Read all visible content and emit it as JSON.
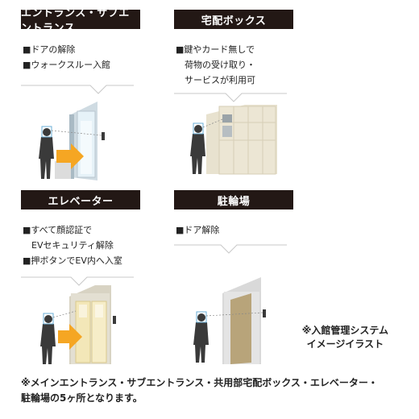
{
  "panels": [
    {
      "title": "エントランス・サブエントランス",
      "lines": [
        "■ドアの解除",
        "■ウォークスルー入館"
      ]
    },
    {
      "title": "宅配ボックス",
      "lines": [
        "■鍵やカード無しで",
        "　荷物の受け取り・",
        "　サービスが利用可"
      ]
    },
    {
      "title": "エレベーター",
      "lines": [
        "■すべて顔認証で",
        "　EVセキュリティ解除",
        "■押ボタンでEV内へ入室"
      ]
    },
    {
      "title": "駐輪場",
      "lines": [
        "■ドア解除"
      ]
    }
  ],
  "note": {
    "line1": "※入館管理システム",
    "line2": "イメージイラスト"
  },
  "footer": {
    "line1": "※メインエントランス・サブエントランス・共用部宅配ボックス・エレベーター・",
    "line2": "駐輪場の5ヶ所となります。"
  },
  "colors": {
    "title_bg": "#231815",
    "arrow": "#f5a623",
    "door_frame": "#b8c6cf",
    "door_glass": "#e4f0f6",
    "door_gold": "#b8a47a",
    "ev_door": "#f3e7b8",
    "box_body": "#ece6d4",
    "person": "#3a3a3a"
  }
}
